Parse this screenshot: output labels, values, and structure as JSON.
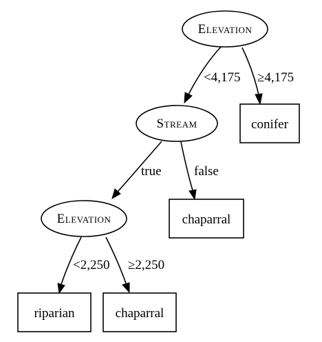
{
  "nodes": {
    "root": {
      "label": "Elevation",
      "shape": "ellipse"
    },
    "stream": {
      "label": "Stream",
      "shape": "ellipse"
    },
    "conifer": {
      "label": "conifer",
      "shape": "box"
    },
    "elevation2": {
      "label": "Elevation",
      "shape": "ellipse"
    },
    "chaparral_false": {
      "label": "chaparral",
      "shape": "box"
    },
    "riparian": {
      "label": "riparian",
      "shape": "box"
    },
    "chaparral_high": {
      "label": "chaparral",
      "shape": "box"
    }
  },
  "edges": {
    "root_stream": {
      "from": "root",
      "to": "stream",
      "label": "<4,175"
    },
    "root_conifer": {
      "from": "root",
      "to": "conifer",
      "label": "≥4,175"
    },
    "stream_elevation2": {
      "from": "stream",
      "to": "elevation2",
      "label": "true"
    },
    "stream_chaparral": {
      "from": "stream",
      "to": "chaparral_false",
      "label": "false"
    },
    "elevation2_riparian": {
      "from": "elevation2",
      "to": "riparian",
      "label": "<2,250"
    },
    "elevation2_chaparral": {
      "from": "elevation2",
      "to": "chaparral_high",
      "label": "≥2,250"
    }
  },
  "colors": {
    "stroke": "#000000",
    "fill": "#ffffff"
  }
}
